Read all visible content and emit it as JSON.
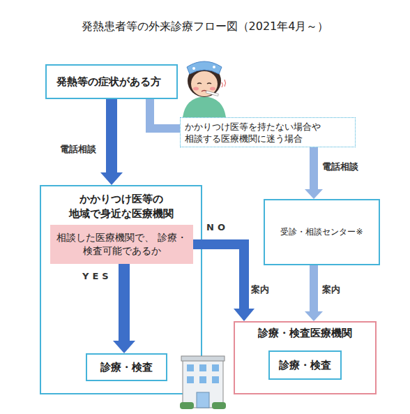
{
  "diagram": {
    "title": "発熱患者等の外来診療フロー図（2021年4月～）",
    "nodes": [
      {
        "text": [
          "発熱等の症状がある方"
        ]
      },
      {
        "text": [
          "かかりつけ医等を持たない場合や 相談する医療機関に迷う場合"
        ]
      },
      {
        "text": [
          "かかりつけ医等の 地域で身近な医療機関"
        ]
      },
      {
        "text": [
          "相談した医療機関で、 診療・検査可能であるか"
        ],
        "in": 2
      },
      {
        "text": [
          "診療・検査"
        ],
        "in": 2
      },
      {
        "text": [
          "受診・相談センター※"
        ]
      },
      {
        "text": [
          "診療・検査医療機関"
        ]
      },
      {
        "text": [
          "診療・検査"
        ],
        "in": 6
      }
    ],
    "edges": [
      {
        "from": 0,
        "to": 2,
        "arrow": "to",
        "label": "電話相談"
      },
      {
        "from": 0,
        "to": 1,
        "arrow": "none"
      },
      {
        "from": 1,
        "to": 5,
        "arrow": "to",
        "label": "電話相談"
      },
      {
        "from": 3,
        "to": 4,
        "arrow": "to",
        "label": "YES"
      },
      {
        "from": 3,
        "to": 6,
        "arrow": "to",
        "label": "NO"
      },
      {
        "from": 5,
        "to": 6,
        "arrow": "to",
        "label": "案内"
      }
    ],
    "labels": [
      "案内"
    ]
  }
}
